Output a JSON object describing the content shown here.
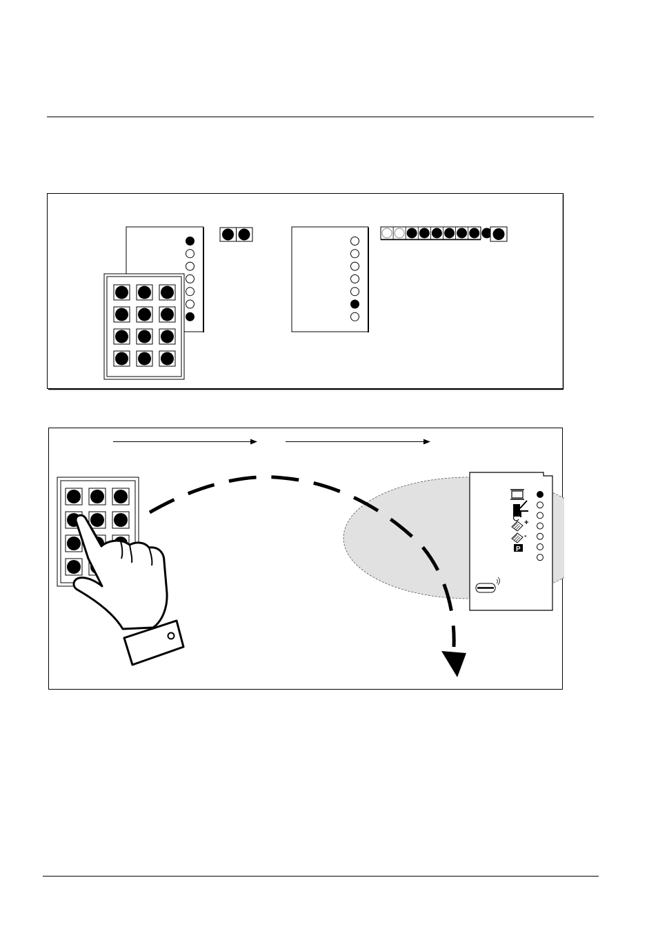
{
  "page": {
    "top_rule": "horizontal-rule",
    "bottom_rule": "horizontal-rule"
  },
  "diagram_1": {
    "keypad_rows": 4,
    "keypad_cols": 3,
    "board_a_leds": [
      true,
      false,
      false,
      false,
      false,
      false,
      true
    ],
    "jumper_pair": [
      true,
      true
    ],
    "board_b_leds": [
      false,
      false,
      false,
      false,
      false,
      true,
      false
    ],
    "jumper_strip": [
      false,
      false,
      true,
      true,
      true,
      true,
      true,
      true,
      true
    ],
    "single_jumper": [
      true
    ]
  },
  "diagram_2": {
    "keypad_rows": 4,
    "keypad_cols": 3,
    "receiver_leds": [
      true,
      false,
      false,
      false,
      false,
      false,
      false
    ],
    "receiver_icons": [
      "battery-icon",
      "door-open-icon",
      "door-closed-icon",
      "memory-plus-icon",
      "memory-minus-icon",
      "parking-icon"
    ],
    "parking_symbol": "P",
    "plus_symbol": "+",
    "minus_symbol": "-",
    "antenna_icon": "signal-icon"
  }
}
